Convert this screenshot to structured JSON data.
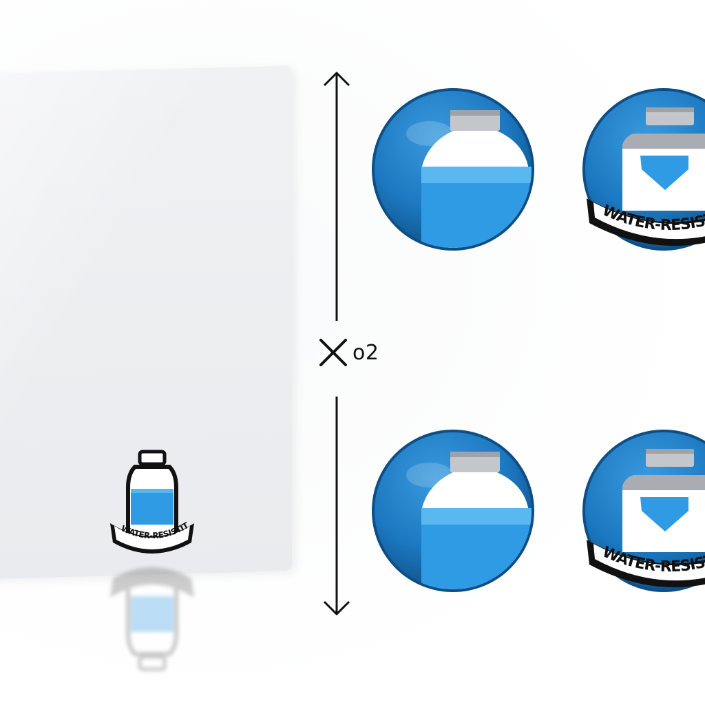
{
  "multiplier": {
    "label": "o2"
  },
  "icons": {
    "bottle": "water-bottle-icon",
    "badge_text": "WATER-RESISTIT",
    "small_badge_text": "WATER-RESISTIT"
  },
  "colors": {
    "circle_blue": "#1c78c0",
    "circle_dark": "#0d4f87",
    "water_blue": "#2e9be4",
    "cap_gray": "#b8bcc1",
    "panel_gray": "#eceef1"
  }
}
